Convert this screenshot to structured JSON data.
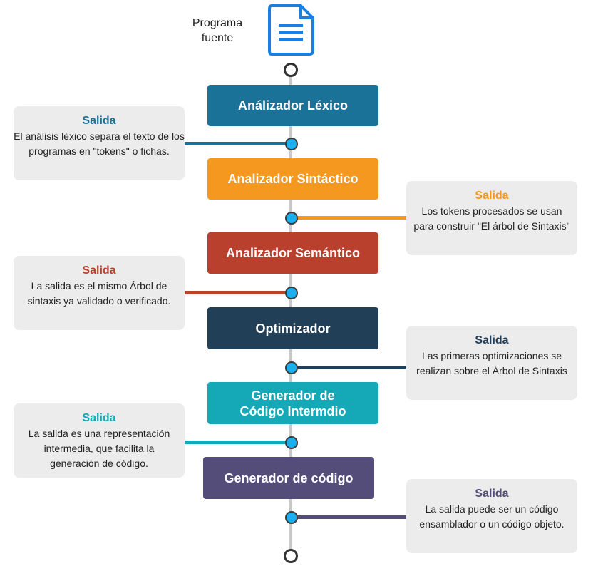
{
  "source": {
    "label_line1": "Programa",
    "label_line2": "fuente",
    "icon": "document-icon",
    "color": "#1a7fe0"
  },
  "stages": [
    {
      "title": "Análizador Léxico",
      "color": "#1a7298"
    },
    {
      "title": "Analizador Sintáctico",
      "color": "#f5981f"
    },
    {
      "title": "Analizador Semántico",
      "color": "#b8402c"
    },
    {
      "title": "Optimizador",
      "color": "#223f58"
    },
    {
      "title_line1": "Generador de",
      "title_line2": "Código Intermdio",
      "color": "#15a8b6"
    },
    {
      "title": "Generador de código",
      "color": "#544d7a"
    }
  ],
  "outputs": [
    {
      "title": "Salida",
      "text": "El análisis léxico separa el texto de los programas en \"tokens\" o fichas.",
      "color": "#1a7298"
    },
    {
      "title": "Salida",
      "text": "Los tokens procesados se usan para construir  \"El árbol de Sintaxis\"",
      "color": "#f5981f"
    },
    {
      "title": "Salida",
      "text": "La salida es el mismo Árbol de sintaxis ya validado o verificado.",
      "color": "#b8402c"
    },
    {
      "title": "Salida",
      "text": "Las primeras optimizaciones se realizan sobre el Árbol de Sintaxis",
      "color": "#223f58"
    },
    {
      "title": "Salida",
      "text": "La salida es una representación intermedia, que facilita la generación de código.",
      "color": "#15a8b6"
    },
    {
      "title": "Salida",
      "text": "La salida puede ser un código ensamblador o un código objeto.",
      "color": "#544d7a"
    }
  ]
}
